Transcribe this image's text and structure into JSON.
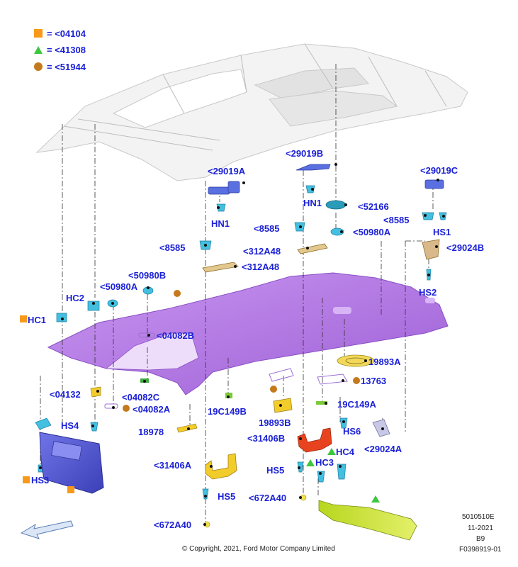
{
  "legend": [
    {
      "symbol": "square",
      "color": "#f79a1c",
      "text": "= <04104"
    },
    {
      "symbol": "triangle",
      "color": "#3fc63f",
      "text": "= <41308"
    },
    {
      "symbol": "dot",
      "color": "#c47a1c",
      "text": "= <51944"
    }
  ],
  "labels": {
    "l29019A": "<29019A",
    "l29019B": "<29019B",
    "l29019C": "<29019C",
    "lHN1a": "HN1",
    "lHN1b": "HN1",
    "l52166": "<52166",
    "l8585a": "<8585",
    "l8585b": "<8585",
    "l8585c": "<8585",
    "lHS1": "HS1",
    "l50980Aa": "<50980A",
    "l50980Ab": "<50980A",
    "l50980B": "<50980B",
    "l312A48a": "<312A48",
    "l312A48b": "<312A48",
    "l29024B": "<29024B",
    "lHS2": "HS2",
    "lHC2": "HC2",
    "lHC1": "HC1",
    "l04082B": "<04082B",
    "l19893A": "19893A",
    "l13763": "13763",
    "l04132": "<04132",
    "l04082C": "<04082C",
    "l04082A": "<04082A",
    "l19C149B": "19C149B",
    "l19C149A": "19C149A",
    "l19893B": "19893B",
    "lHS4": "HS4",
    "l18978": "18978",
    "lHS6": "HS6",
    "l29024A": "<29024A",
    "l31406B": "<31406B",
    "lHC4": "HC4",
    "lHC3": "HC3",
    "l31406A": "<31406A",
    "lHS5a": "HS5",
    "lHS5b": "HS5",
    "lHS3": "HS3",
    "l672A40a": "<672A40",
    "l672A40b": "<672A40"
  },
  "footer": {
    "copyright": "© Copyright, 2021, Ford Motor Company Limited",
    "code1": "5010510E",
    "date": "11-2021",
    "rev": "B9",
    "code2": "F0398919-01"
  },
  "colors": {
    "label_blue": "#1b21d6",
    "headliner": "#b77de8",
    "bracket_yellow": "#f2cc2a",
    "clip_cyan": "#43bfe0",
    "visor_blue": "#5a5fd8",
    "handle_red": "#e8431f",
    "trim_green": "#c7e02a"
  }
}
